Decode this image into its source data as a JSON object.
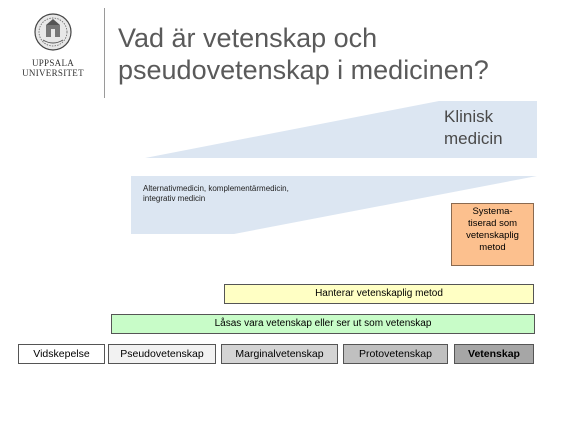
{
  "logo": {
    "line1": "UPPSALA",
    "line2": "UNIVERSITET",
    "icon": "university-seal-icon"
  },
  "title": {
    "line1": "Vad är vetenskap och",
    "line2": "pseudovetenskap i medicinen?"
  },
  "clinical": {
    "line1": "Klinisk",
    "line2": "medicin"
  },
  "alternative": {
    "line1": "Alternativmedicin, komplementärmedicin,",
    "line2": "integrativ medicin"
  },
  "systematized": {
    "line1": "Systema-",
    "line2": "tiserad som",
    "line3": "vetenskaplig",
    "line4": "metod"
  },
  "bars": {
    "handles": "Hanterar vetenskaplig metod",
    "claims": "Låsas vara vetenskap eller ser ut som vetenskap"
  },
  "categories": [
    "Vidskepelse",
    "Pseudovetenskap",
    "Marginalvetenskap",
    "Protovetenskap",
    "Vetenskap"
  ],
  "colors": {
    "wedge": "#dce6f2",
    "systematized": "#fcc08e",
    "handles_bar": "#ffffc4",
    "claims_bar": "#c8fcc8"
  }
}
